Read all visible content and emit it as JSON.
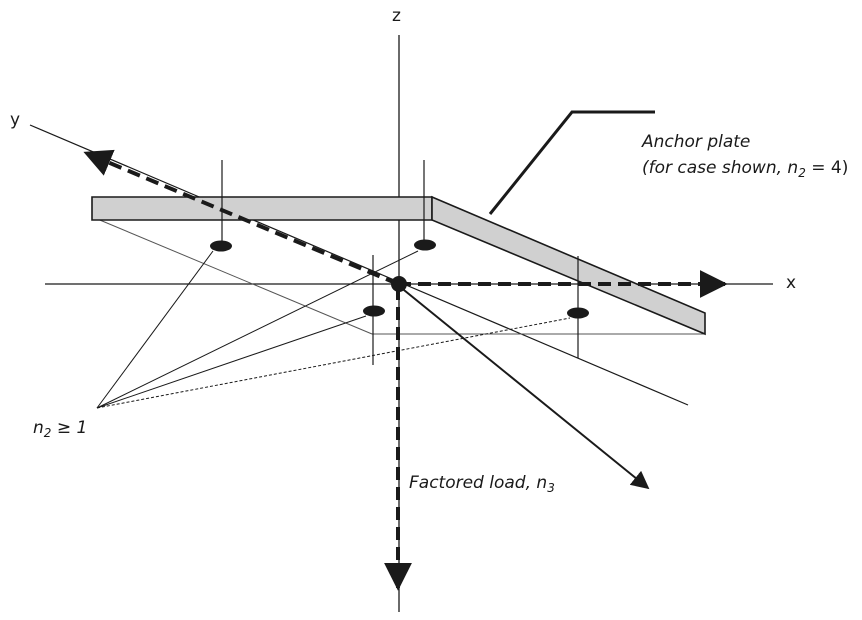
{
  "axes": {
    "x": "x",
    "y": "y",
    "z": "z"
  },
  "anchor_plate": {
    "title": "Anchor plate",
    "case_prefix": "(for case shown, ",
    "n_symbol": "n",
    "n_subscript": "2",
    "case_suffix": " = 4)"
  },
  "anchors_label": {
    "n_symbol": "n",
    "n_subscript": "2",
    "relation": " ≥ 1"
  },
  "load_label": {
    "text": "Factored load, ",
    "n_symbol": "n",
    "n_subscript": "3"
  },
  "colors": {
    "line": "#1a1a1a",
    "plate_fill": "#d0d0d0",
    "thin_line": "#555555"
  }
}
